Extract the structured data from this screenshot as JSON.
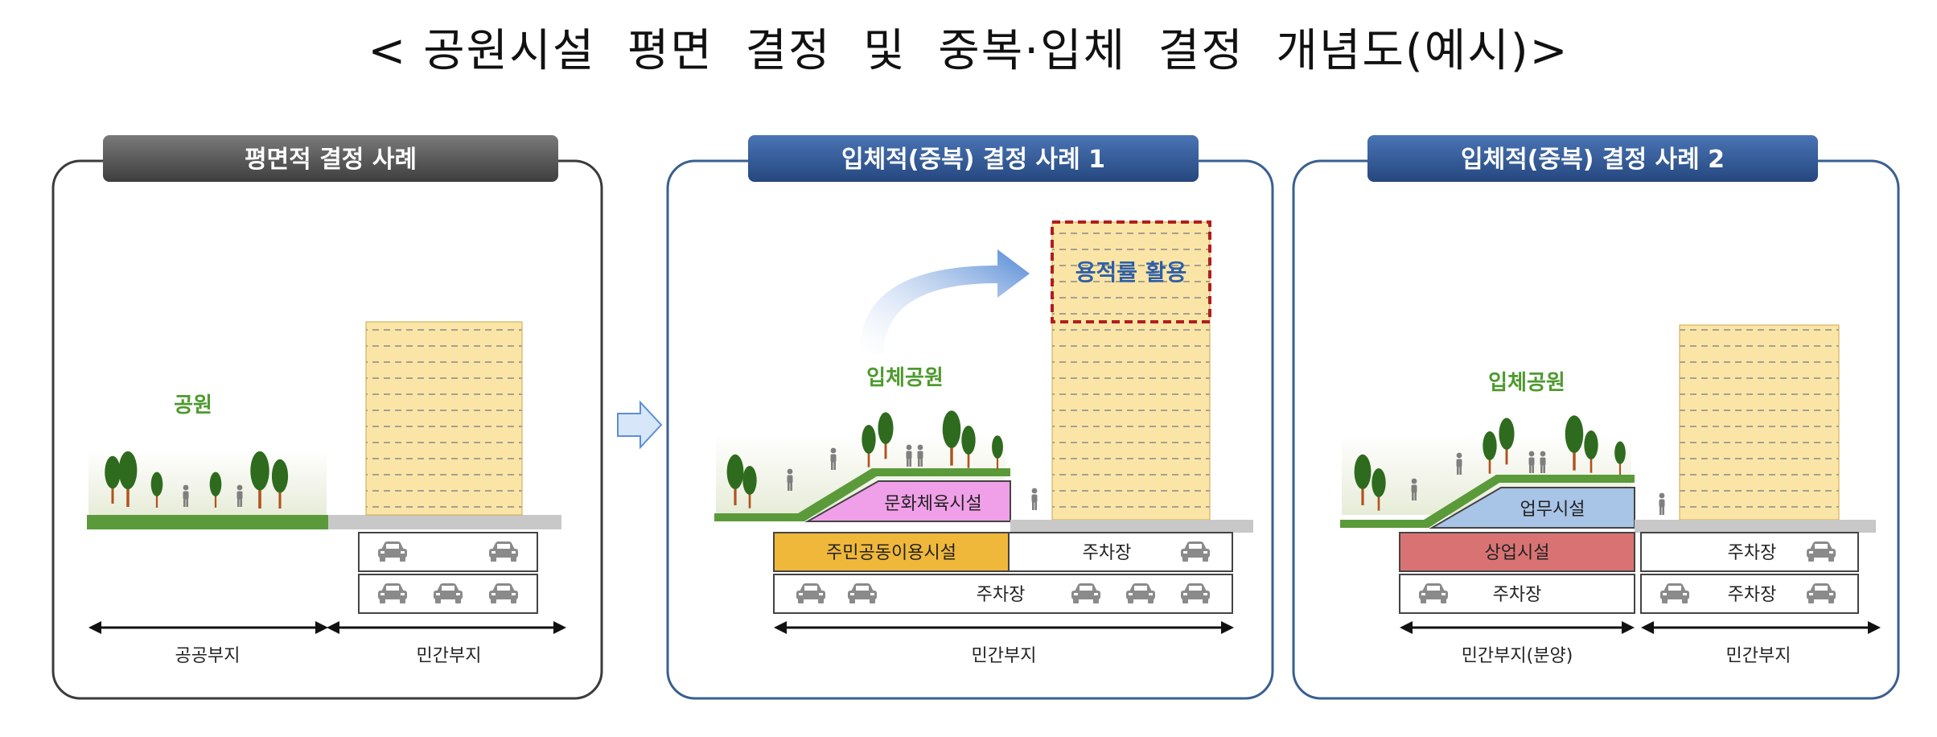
{
  "title": "< 공원시설  평면  결정  및  중복·입체  결정  개념도(예시)>",
  "panels": [
    {
      "heading": "평면적 결정 사례",
      "park_label": "공원",
      "site_labels": [
        "공공부지",
        "민간부지"
      ]
    },
    {
      "heading": "입체적(중복) 결정 사례 1",
      "park_label": "입체공원",
      "far_label": "용적률 활용",
      "facility_label": "문화체육시설",
      "community_label": "주민공동이용시설",
      "parking_label_upper": "주차장",
      "parking_label_lower": "주차장",
      "site_label": "민간부지"
    },
    {
      "heading": "입체적(중복) 결정 사례 2",
      "park_label": "입체공원",
      "office_label": "업무시설",
      "commercial_label": "상업시설",
      "parking_left_label": "주차장",
      "parking_right_upper_label": "주차장",
      "parking_right_lower_label": "주차장",
      "site_labels": [
        "민간부지(분양)",
        "민간부지"
      ]
    }
  ],
  "colors": {
    "panel1_header": "#5a5a5a",
    "panel23_header": "#2f5597",
    "panel_border": "#3b3b3b",
    "panel23_border": "#3a5f8f",
    "building": "#fbe5a6",
    "ground": "#5b9a3a",
    "tree": "#2e6b1e",
    "trunk": "#b0541e",
    "park_text": "#4e9a2e",
    "culture": "#f0a0e8",
    "community": "#f0b83a",
    "office": "#a8c4e6",
    "commercial": "#d97373",
    "far_text": "#2f5fa7",
    "far_border": "#b01e1e",
    "arrow": "#5b8fd6"
  },
  "icons": [
    "car-icon",
    "tree-icon",
    "person-icon",
    "right-arrow-icon",
    "curved-arrow-icon",
    "double-arrow-icon"
  ]
}
